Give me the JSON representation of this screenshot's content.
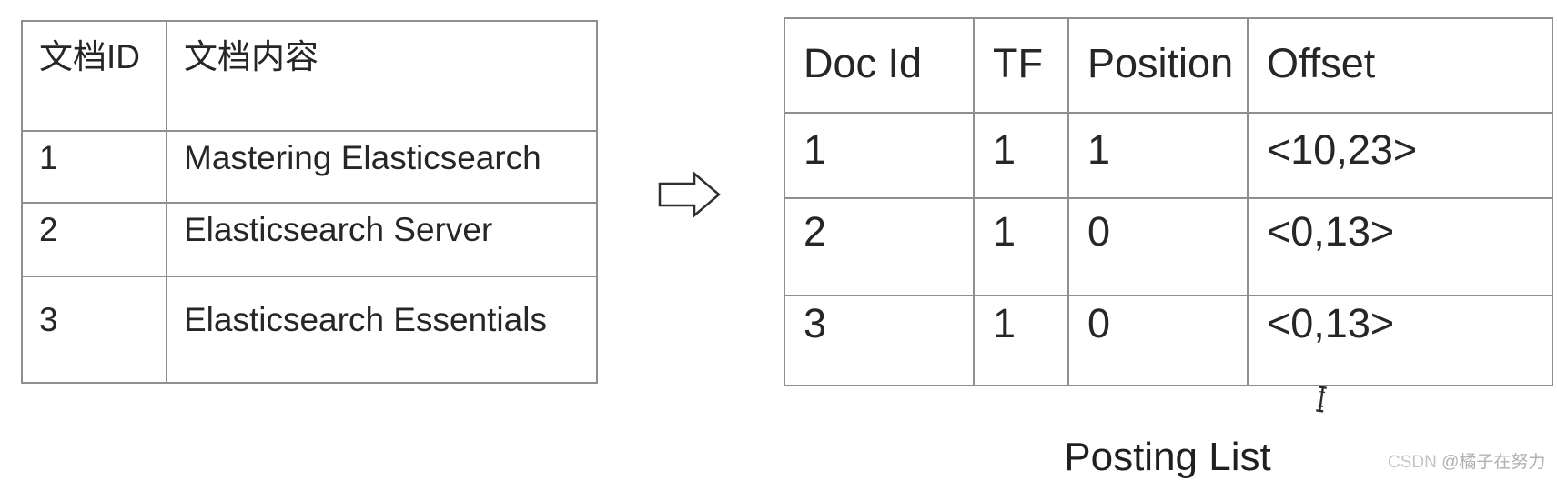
{
  "colors": {
    "background": "#ffffff",
    "table_border": "#8f8f8f",
    "text": "#262626",
    "watermark_prefix": "#c3c3c3",
    "watermark_handle": "#b0b0b0"
  },
  "documents_table": {
    "headers": [
      "文档ID",
      "文档内容"
    ],
    "rows": [
      [
        "1",
        "Mastering Elasticsearch"
      ],
      [
        "2",
        "Elasticsearch Server"
      ],
      [
        "3",
        "Elasticsearch Essentials"
      ]
    ]
  },
  "posting_table": {
    "headers": [
      "Doc Id",
      "TF",
      "Position",
      "Offset"
    ],
    "rows": [
      [
        "1",
        "1",
        "1",
        "<10,23>"
      ],
      [
        "2",
        "1",
        "0",
        "<0,13>"
      ],
      [
        "3",
        "1",
        "0",
        "<0,13>"
      ]
    ]
  },
  "caption": "Posting List",
  "watermark": {
    "prefix": "CSDN ",
    "handle": "@橘子在努力"
  },
  "icons": {
    "arrow": "right-block-arrow",
    "cursor": "text-ibeam-cursor"
  },
  "chart_data": [
    {
      "type": "table",
      "title": "源文档表",
      "columns": [
        "文档ID",
        "文档内容"
      ],
      "rows": [
        [
          "1",
          "Mastering Elasticsearch"
        ],
        [
          "2",
          "Elasticsearch Server"
        ],
        [
          "3",
          "Elasticsearch Essentials"
        ]
      ]
    },
    {
      "type": "table",
      "title": "Posting List",
      "columns": [
        "Doc Id",
        "TF",
        "Position",
        "Offset"
      ],
      "rows": [
        [
          "1",
          "1",
          "1",
          "<10,23>"
        ],
        [
          "2",
          "1",
          "0",
          "<0,13>"
        ],
        [
          "3",
          "1",
          "0",
          "<0,13>"
        ]
      ]
    }
  ]
}
